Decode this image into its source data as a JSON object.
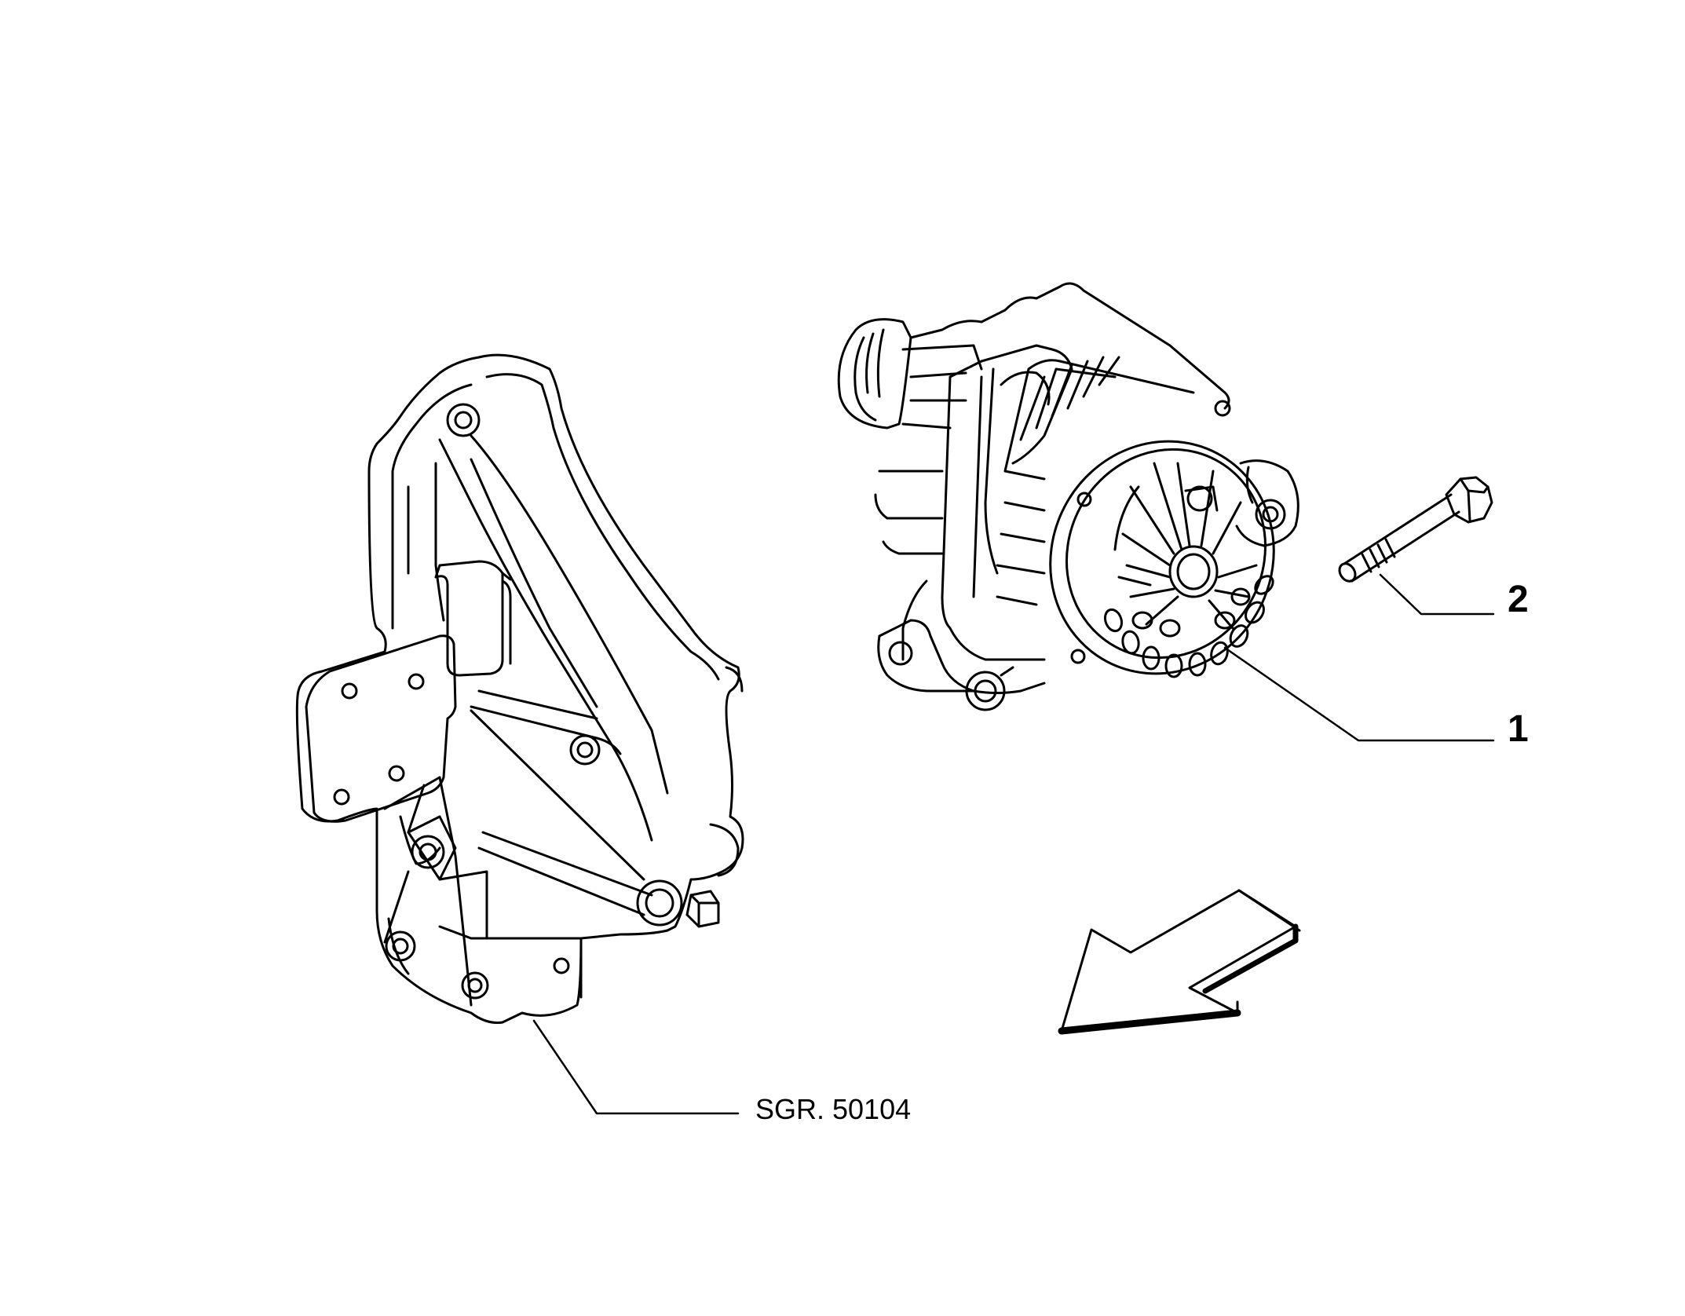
{
  "callouts": {
    "alternator": "1",
    "bolt": "2",
    "bracket_reference": "SGR. 50104"
  },
  "colors": {
    "line": "#000000",
    "background": "#ffffff"
  },
  "icons": {
    "direction_arrow": "arrow-down-left-icon"
  }
}
